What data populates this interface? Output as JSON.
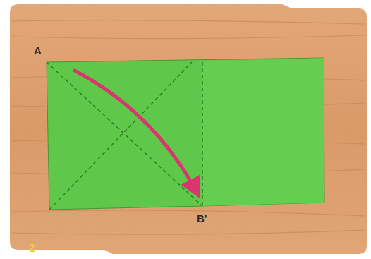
{
  "diagram": {
    "labels": [
      "A",
      "B'",
      "2"
    ]
  }
}
